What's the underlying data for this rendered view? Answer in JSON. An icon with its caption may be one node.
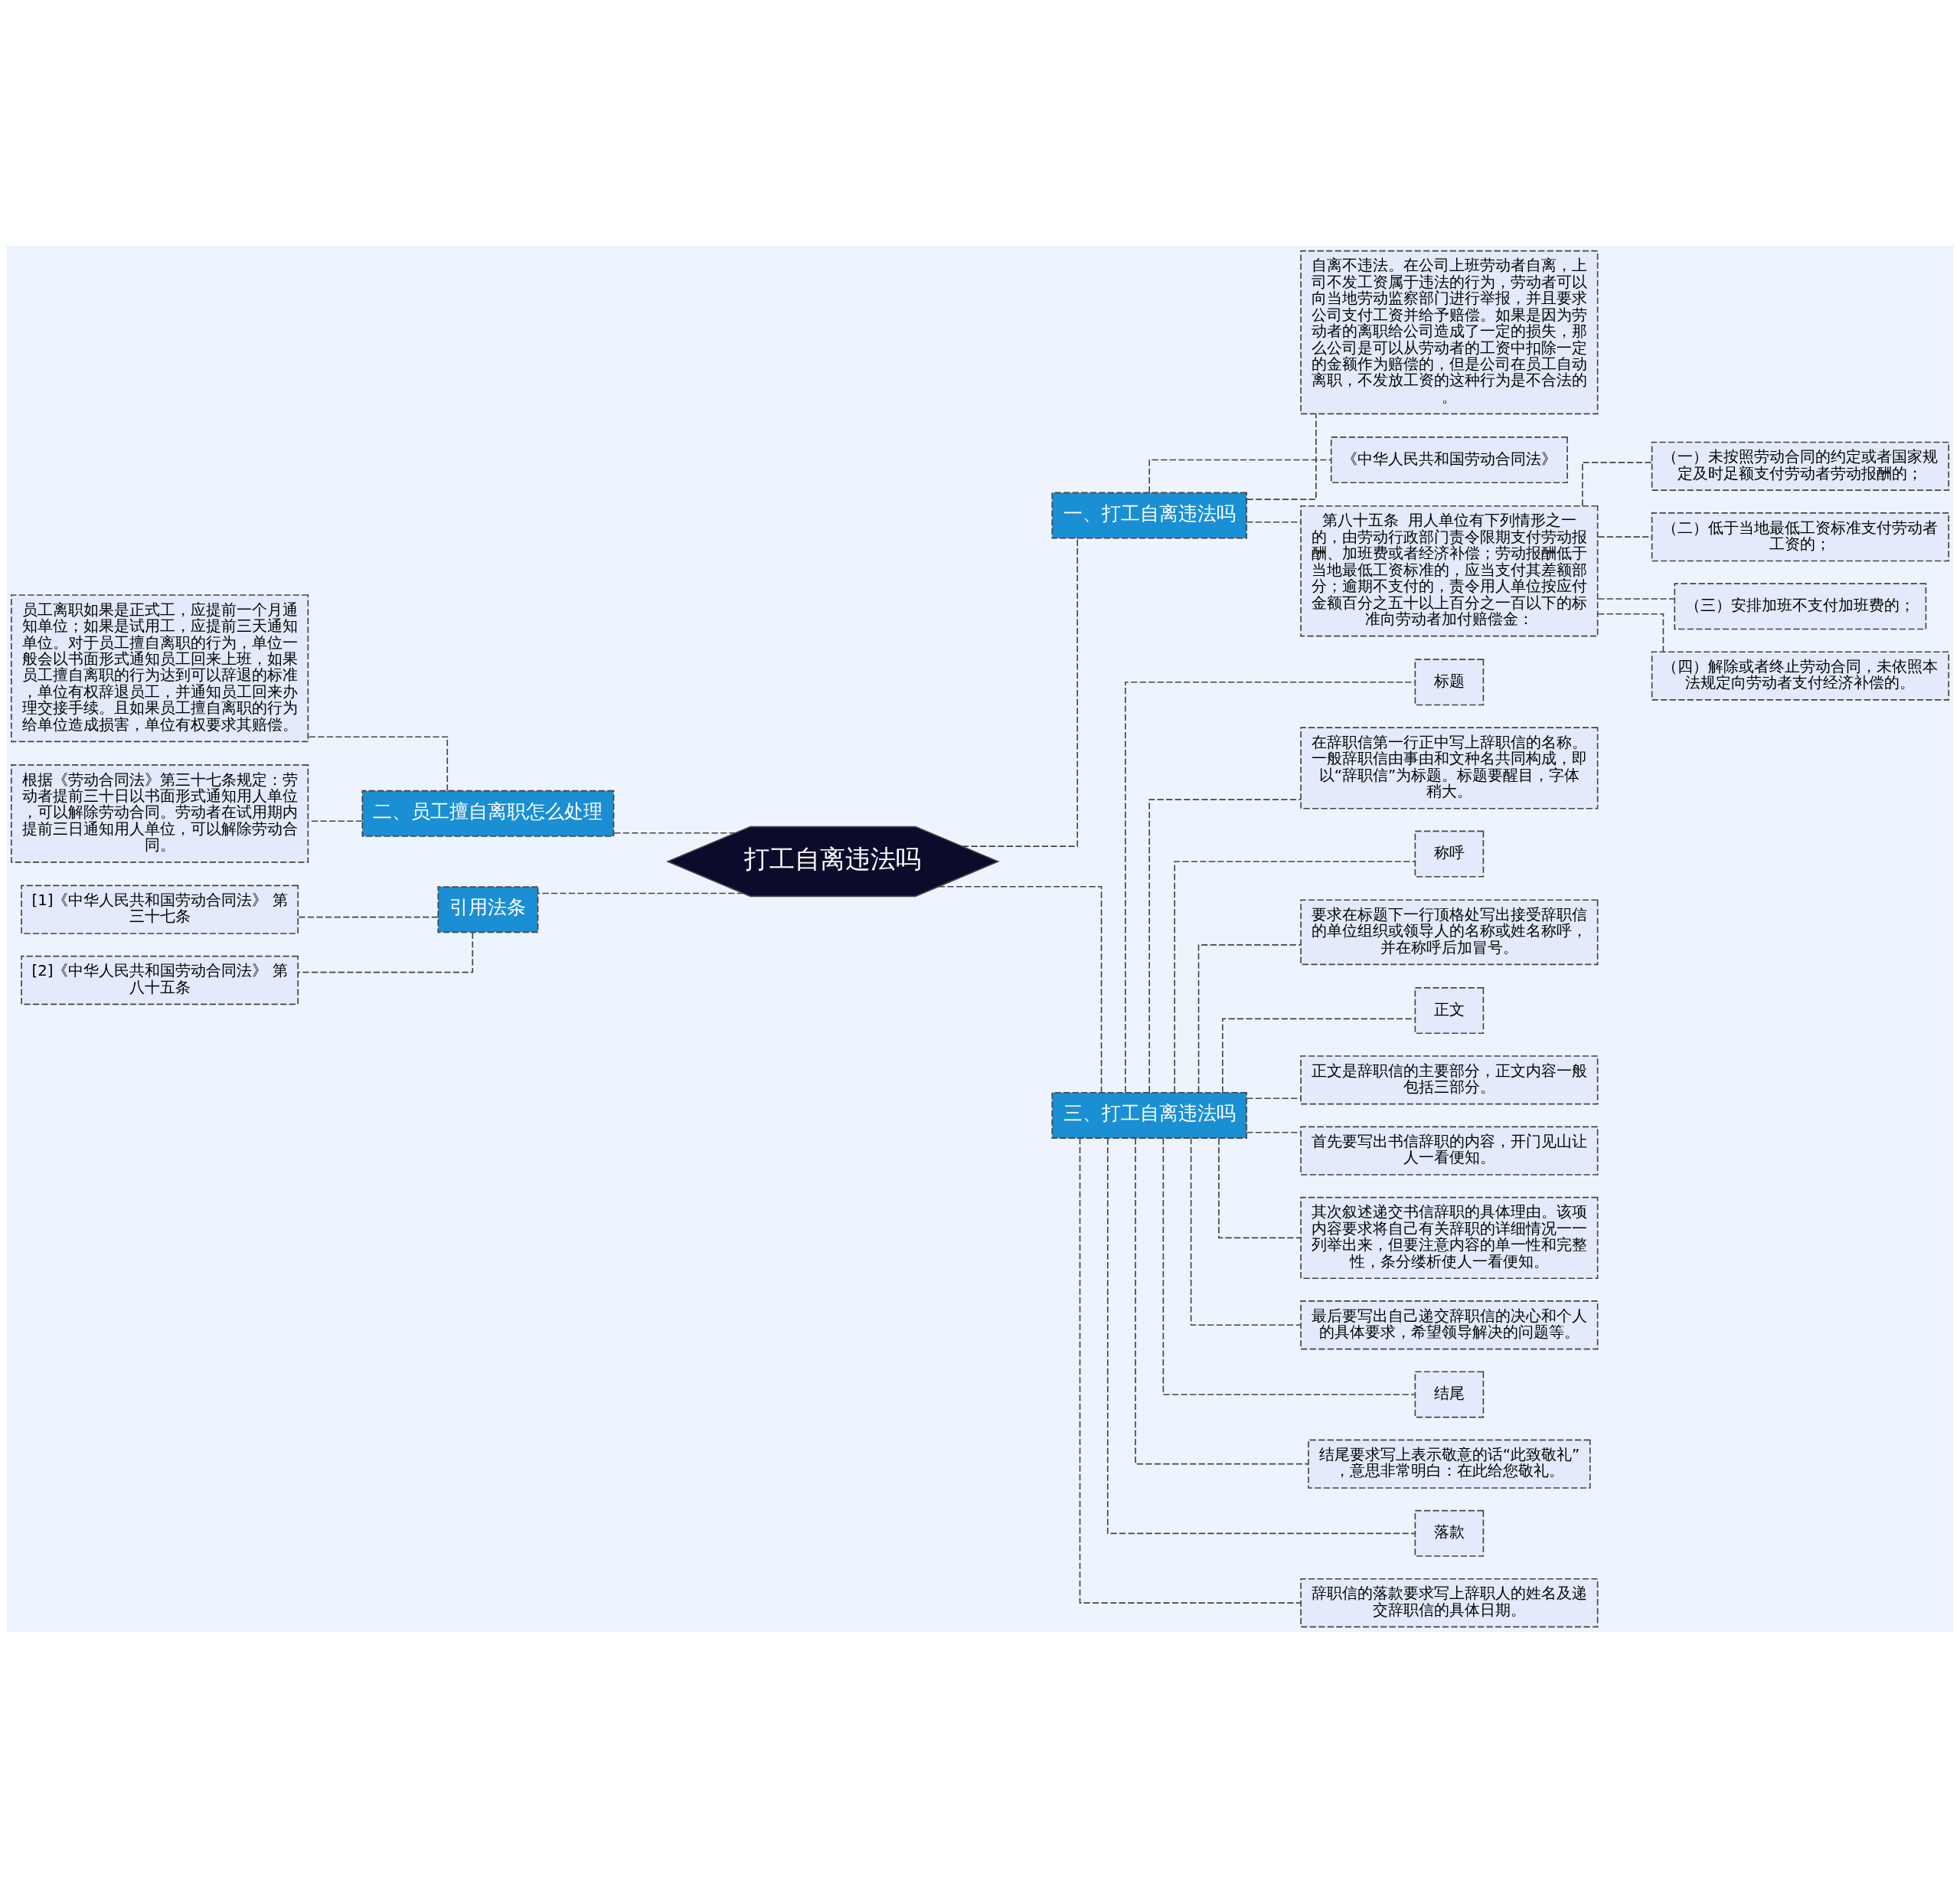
{
  "diagram": {
    "nodes": [
      {
        "text": [
          "打工自离违法吗"
        ]
      },
      {
        "text": [
          "一、打工自离违法吗"
        ]
      },
      {
        "text": [
          "自离不违法。在公司上班劳动者自离，上司不发工资属于违法的行为，劳动者可以向当地劳动监察部门进行举报，并且要求公司支付工资并给予赔偿。如果是因为劳动者的离职给公司造成了一定的损失，那么公司是可以从劳动者的工资中扣除一定的金额作为赔偿的，但是公司在员工自动离职，不发放工资的这种行为是不合法的。"
        ]
      },
      {
        "text": [
          "《中华人民共和国劳动合同法》"
        ]
      },
      {
        "text": [
          "第八十五条  用人单位有下列情形之一的，由劳动行政部门责令限期支付劳动报酬、加班费或者经济补偿；劳动报酬低于当地最低工资标准的，应当支付其差额部分；逾期不支付的，责令用人单位按应付金额百分之五十以上百分之一百以下的标准向劳动者加付赔偿金："
        ]
      },
      {
        "text": [
          "（一）未按照劳动合同的约定或者国家规定及时足额支付劳动者劳动报酬的；"
        ]
      },
      {
        "text": [
          "（二）低于当地最低工资标准支付劳动者工资的；"
        ]
      },
      {
        "text": [
          "（三）安排加班不支付加班费的；"
        ]
      },
      {
        "text": [
          "（四）解除或者终止劳动合同，未依照本法规定向劳动者支付经济补偿的。"
        ]
      },
      {
        "text": [
          "三、打工自离违法吗"
        ]
      },
      {
        "text": [
          "标题"
        ]
      },
      {
        "text": [
          "在辞职信第一行正中写上辞职信的名称。一般辞职信由事由和文种名共同构成，即以“辞职信”为标题。标题要醒目，字体稍大。"
        ]
      },
      {
        "text": [
          "称呼"
        ]
      },
      {
        "text": [
          "要求在标题下一行顶格处写出接受辞职信的单位组织或领导人的名称或姓名称呼，并在称呼后加冒号。"
        ]
      },
      {
        "text": [
          "正文"
        ]
      },
      {
        "text": [
          "正文是辞职信的主要部分，正文内容一般包括三部分。"
        ]
      },
      {
        "text": [
          "首先要写出书信辞职的内容，开门见山让人一看便知。"
        ]
      },
      {
        "text": [
          "其次叙述递交书信辞职的具体理由。该项内容要求将自己有关辞职的详细情况一一列举出来，但要注意内容的单一性和完整性，条分缕析使人一看便知。"
        ]
      },
      {
        "text": [
          "最后要写出自己递交辞职信的决心和个人的具体要求，希望领导解决的问题等。"
        ]
      },
      {
        "text": [
          "结尾"
        ]
      },
      {
        "text": [
          "结尾要求写上表示敬意的话“此致敬礼”，意思非常明白：在此给您敬礼。"
        ]
      },
      {
        "text": [
          "落款"
        ]
      },
      {
        "text": [
          "辞职信的落款要求写上辞职人的姓名及递交辞职信的具体日期。"
        ]
      },
      {
        "text": [
          "二、员工擅自离职怎么处理"
        ]
      },
      {
        "text": [
          "员工离职如果是正式工，应提前一个月通知单位；如果是试用工，应提前三天通知单位。对于员工擅自离职的行为，单位一般会以书面形式通知员工回来上班，如果员工擅自离职的行为达到可以辞退的标准，单位有权辞退员工，并通知员工回来办理交接手续。且如果员工擅自离职的行为给单位造成损害，单位有权要求其赔偿。"
        ]
      },
      {
        "text": [
          "根据《劳动合同法》第三十七条规定：劳动者提前三十日以书面形式通知用人单位，可以解除劳动合同。劳动者在试用期内提前三日通知用人单位，可以解除劳动合同。"
        ]
      },
      {
        "text": [
          "引用法条"
        ]
      },
      {
        "text": [
          "[1]《中华人民共和国劳动合同法》 第三十七条"
        ]
      },
      {
        "text": [
          "[2]《中华人民共和国劳动合同法》 第八十五条"
        ]
      }
    ],
    "edges": [
      {
        "from": 0,
        "to": 1,
        "arrow": "none",
        "style": "dashed"
      },
      {
        "from": 1,
        "to": 2,
        "arrow": "none",
        "style": "dashed"
      },
      {
        "from": 1,
        "to": 3,
        "arrow": "none",
        "style": "dashed"
      },
      {
        "from": 1,
        "to": 4,
        "arrow": "none",
        "style": "dashed"
      },
      {
        "from": 4,
        "to": 5,
        "arrow": "none",
        "style": "dashed"
      },
      {
        "from": 4,
        "to": 6,
        "arrow": "none",
        "style": "dashed"
      },
      {
        "from": 4,
        "to": 7,
        "arrow": "none",
        "style": "dashed"
      },
      {
        "from": 4,
        "to": 8,
        "arrow": "none",
        "style": "dashed"
      },
      {
        "from": 0,
        "to": 9,
        "arrow": "none",
        "style": "dashed"
      },
      {
        "from": 9,
        "to": 10,
        "arrow": "none",
        "style": "dashed"
      },
      {
        "from": 9,
        "to": 11,
        "arrow": "none",
        "style": "dashed"
      },
      {
        "from": 9,
        "to": 12,
        "arrow": "none",
        "style": "dashed"
      },
      {
        "from": 9,
        "to": 13,
        "arrow": "none",
        "style": "dashed"
      },
      {
        "from": 9,
        "to": 14,
        "arrow": "none",
        "style": "dashed"
      },
      {
        "from": 9,
        "to": 15,
        "arrow": "none",
        "style": "dashed"
      },
      {
        "from": 9,
        "to": 16,
        "arrow": "none",
        "style": "dashed"
      },
      {
        "from": 9,
        "to": 17,
        "arrow": "none",
        "style": "dashed"
      },
      {
        "from": 9,
        "to": 18,
        "arrow": "none",
        "style": "dashed"
      },
      {
        "from": 9,
        "to": 19,
        "arrow": "none",
        "style": "dashed"
      },
      {
        "from": 9,
        "to": 20,
        "arrow": "none",
        "style": "dashed"
      },
      {
        "from": 9,
        "to": 21,
        "arrow": "none",
        "style": "dashed"
      },
      {
        "from": 9,
        "to": 22,
        "arrow": "none",
        "style": "dashed"
      },
      {
        "from": 0,
        "to": 23,
        "arrow": "none",
        "style": "dashed"
      },
      {
        "from": 23,
        "to": 24,
        "arrow": "none",
        "style": "dashed"
      },
      {
        "from": 23,
        "to": 25,
        "arrow": "none",
        "style": "dashed"
      },
      {
        "from": 0,
        "to": 26,
        "arrow": "none",
        "style": "dashed"
      },
      {
        "from": 26,
        "to": 27,
        "arrow": "none",
        "style": "dashed"
      },
      {
        "from": 26,
        "to": 28,
        "arrow": "none",
        "style": "dashed"
      }
    ]
  }
}
